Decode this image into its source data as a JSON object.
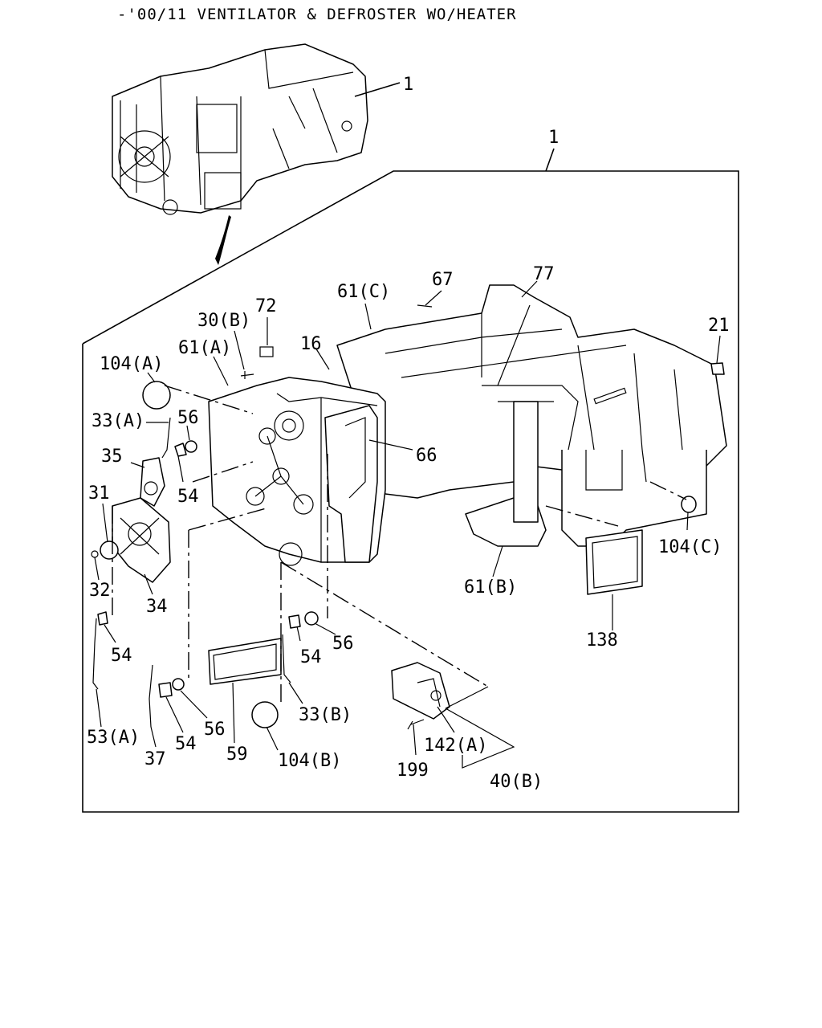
{
  "title": "-'00/11 VENTILATOR & DEFROSTER WO/HEATER",
  "labels": {
    "l1_top": "1",
    "l1_box": "1",
    "l77": "77",
    "l67": "67",
    "l61c": "61(C)",
    "l72": "72",
    "l30b": "30(B)",
    "l16": "16",
    "l61a": "61(A)",
    "l104a": "104(A)",
    "l21": "21",
    "l33a": "33(A)",
    "l56a": "56",
    "l35": "35",
    "l66": "66",
    "l54a": "54",
    "l31": "31",
    "l104c": "104(C)",
    "l32": "32",
    "l34": "34",
    "l61b": "61(B)",
    "l54b": "54",
    "l54c": "54",
    "l56b": "56",
    "l138": "138",
    "l53a": "53(A)",
    "l56c": "56",
    "l33b": "33(B)",
    "l37": "37",
    "l54d": "54",
    "l59": "59",
    "l104b": "104(B)",
    "l142a": "142(A)",
    "l199": "199",
    "l40b": "40(B)"
  }
}
